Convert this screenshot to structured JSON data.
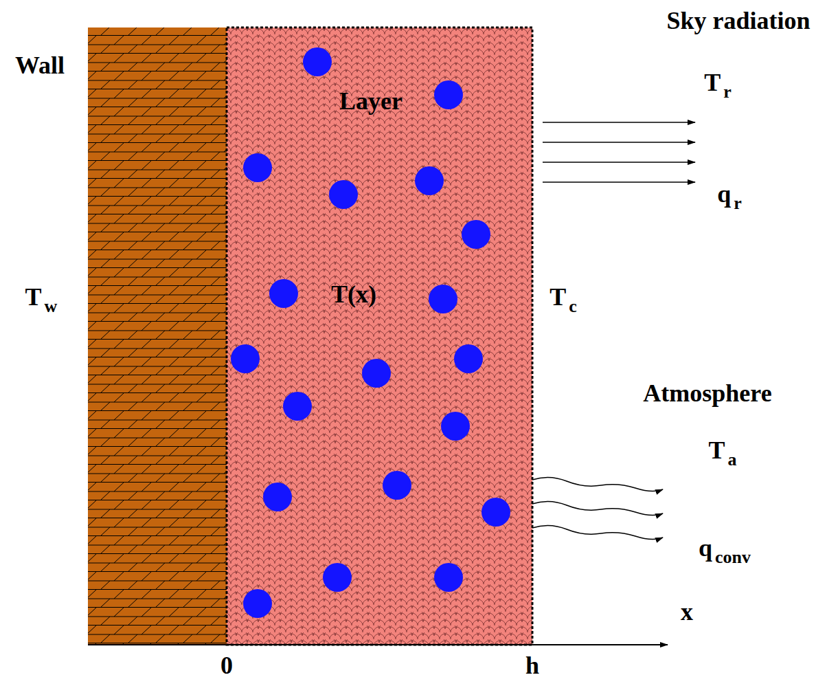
{
  "diagram": {
    "nodes": [
      {
        "text": [
          "Layer",
          "T(x)"
        ]
      }
    ],
    "labels": [
      "Wall",
      "Tw",
      "Sky radiation",
      "Tr",
      "qr",
      "Tc",
      "Atmosphere",
      "Ta",
      "qconv",
      "x",
      "0",
      "h"
    ]
  }
}
